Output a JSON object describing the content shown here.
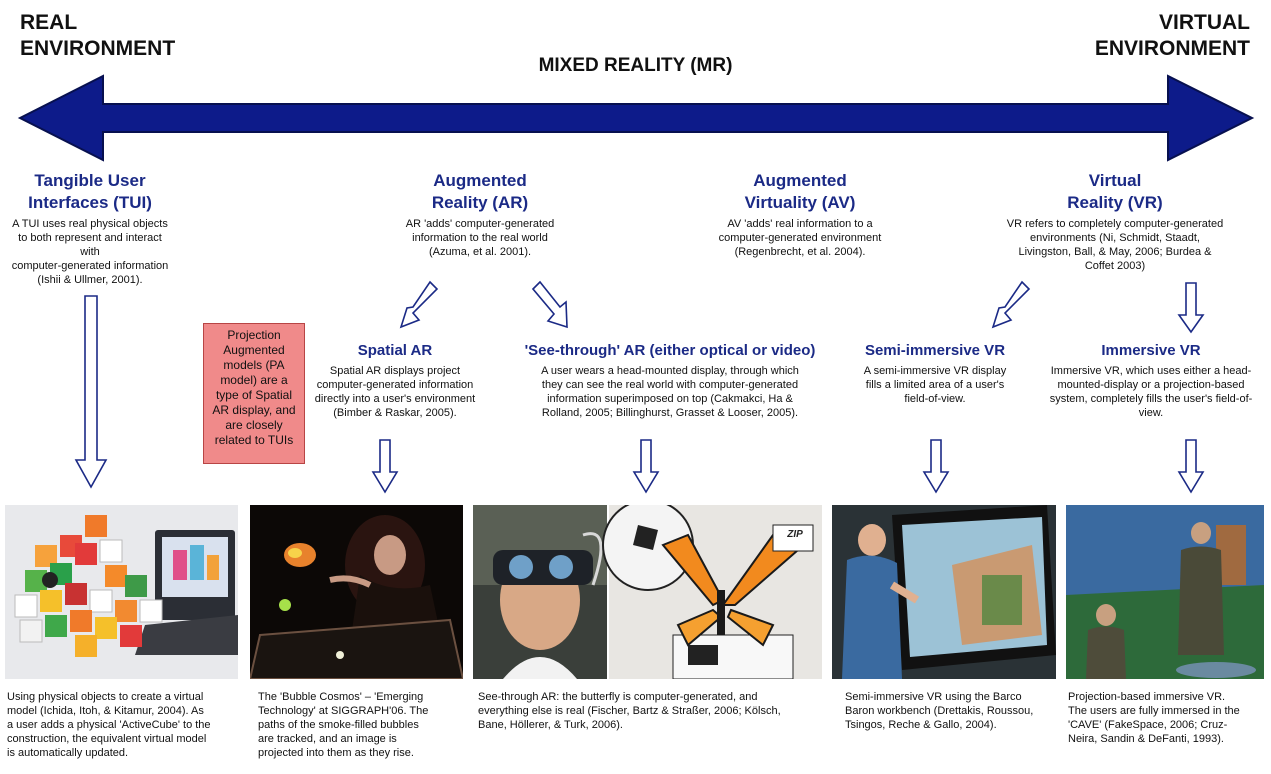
{
  "header": {
    "left_label": [
      "REAL",
      "ENVIRONMENT"
    ],
    "right_label": [
      "VIRTUAL",
      "ENVIRONMENT"
    ],
    "center_label": "MIXED REALITY (MR)"
  },
  "colors": {
    "arrow_blue": "#0d1b8a",
    "heading_blue": "#1b2a86",
    "pa_box": "#f08a8a"
  },
  "categories": {
    "tui": {
      "title": [
        "Tangible User",
        "Interfaces (TUI)"
      ],
      "desc": [
        "A TUI uses real physical objects",
        "to both represent and interact with",
        "computer-generated information",
        "(Ishii & Ullmer, 2001)."
      ]
    },
    "ar": {
      "title": [
        "Augmented",
        "Reality (AR)"
      ],
      "desc": [
        "AR 'adds' computer-generated",
        "information to the real world",
        "(Azuma, et al. 2001)."
      ]
    },
    "av": {
      "title": [
        "Augmented",
        "Virtuality (AV)"
      ],
      "desc": [
        "AV 'adds' real information to a",
        "computer-generated environment",
        "(Regenbrecht, et al. 2004)."
      ]
    },
    "vr": {
      "title": [
        "Virtual",
        "Reality (VR)"
      ],
      "desc": [
        "VR refers to completely computer-generated",
        "environments (Ni, Schmidt, Staadt,",
        "Livingston,  Ball, & May, 2006; Burdea &",
        "Coffet 2003)"
      ]
    }
  },
  "pa_box": [
    "Projection",
    "Augmented",
    "models (PA",
    "model) are a",
    "type of Spatial",
    "AR display, and",
    "are closely",
    "related to TUIs"
  ],
  "subtypes": {
    "spatial_ar": {
      "title": "Spatial AR",
      "desc": [
        "Spatial AR displays project",
        "computer-generated information",
        "directly into a user's environment",
        "(Bimber & Raskar, 2005)."
      ]
    },
    "see_through_ar": {
      "title": "'See-through' AR (either optical or video)",
      "desc": [
        "A user wears a head-mounted display, through which",
        "they can see the real world with computer-generated",
        "information superimposed on top (Cakmakci, Ha &",
        "Rolland, 2005; Billinghurst, Grasset & Looser, 2005)."
      ]
    },
    "semi_immersive_vr": {
      "title": "Semi-immersive VR",
      "desc": [
        "A semi-immersive VR display",
        "fills a limited area of a user's",
        "field-of-view."
      ]
    },
    "immersive_vr": {
      "title": "Immersive VR",
      "desc": [
        "Immersive VR, which uses either a head-",
        "mounted-display or a projection-based",
        "system, completely fills the user's field-of-",
        "view."
      ]
    }
  },
  "photos": {
    "see_through_badge": "ZIP"
  },
  "captions": {
    "tui": [
      "Using physical objects to create a virtual",
      "model (Ichida, Itoh, & Kitamur, 2004). As",
      "a user adds a physical 'ActiveCube' to the",
      "construction, the equivalent virtual model",
      "is automatically updated."
    ],
    "bubble": [
      "The 'Bubble Cosmos' – 'Emerging",
      "Technology' at SIGGRAPH'06.  The",
      "paths of the smoke-filled bubbles",
      "are tracked, and an image is",
      "projected into them as they rise."
    ],
    "see_through": [
      "See-through AR: the butterfly is computer-generated, and",
      "everything else is real (Fischer, Bartz & Straßer, 2006; Kölsch,",
      "Bane, Höllerer, & Turk, 2006)."
    ],
    "semi_immersive": [
      "Semi-immersive VR using the Barco",
      "Baron workbench (Drettakis, Roussou,",
      "Tsingos, Reche & Gallo, 2004)."
    ],
    "immersive": [
      "Projection-based  immersive  VR.",
      "The users are fully immersed in the",
      "'CAVE'  (FakeSpace,  2006;  Cruz-",
      "Neira, Sandin & DeFanti, 1993)."
    ]
  }
}
